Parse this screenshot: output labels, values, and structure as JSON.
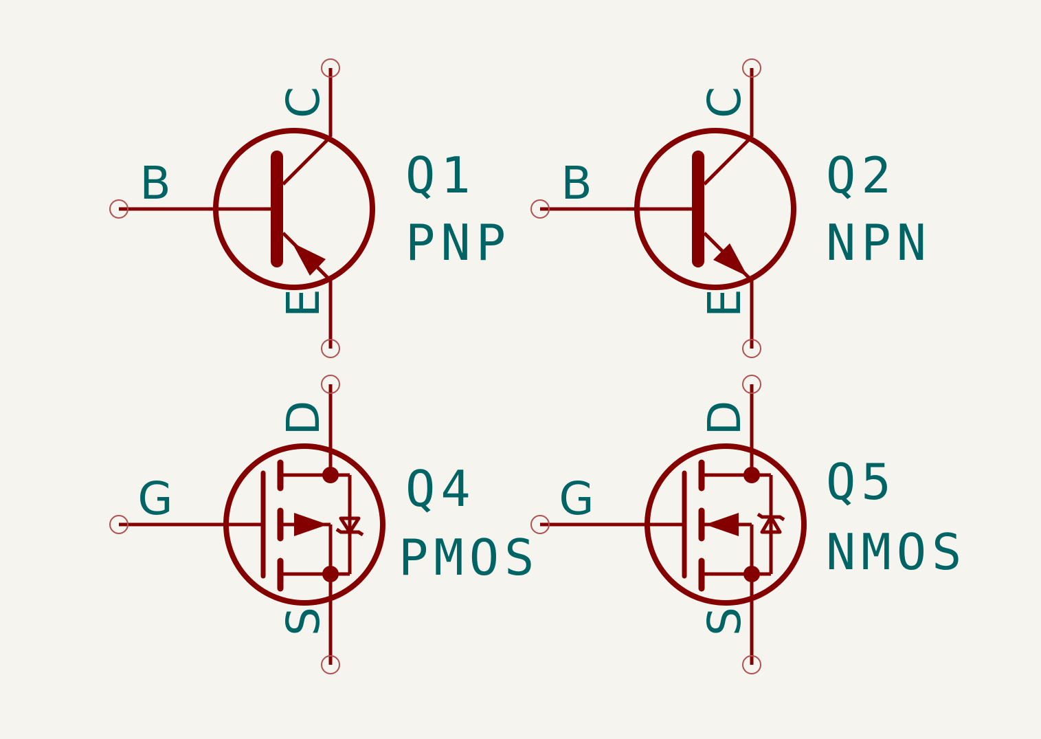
{
  "colors": {
    "background": "#f5f4ef",
    "symbol": "#840000",
    "text": "#006464",
    "pin_marker": "#b05050"
  },
  "components": [
    {
      "type": "PNP",
      "reference": "Q1",
      "value": "PNP",
      "pins": {
        "base": "B",
        "collector": "C",
        "emitter": "E"
      }
    },
    {
      "type": "NPN",
      "reference": "Q2",
      "value": "NPN",
      "pins": {
        "base": "B",
        "collector": "C",
        "emitter": "E"
      }
    },
    {
      "type": "PMOS",
      "reference": "Q4",
      "value": "PMOS",
      "pins": {
        "gate": "G",
        "drain": "D",
        "source": "S"
      }
    },
    {
      "type": "NMOS",
      "reference": "Q5",
      "value": "NMOS",
      "pins": {
        "gate": "G",
        "drain": "D",
        "source": "S"
      }
    }
  ]
}
